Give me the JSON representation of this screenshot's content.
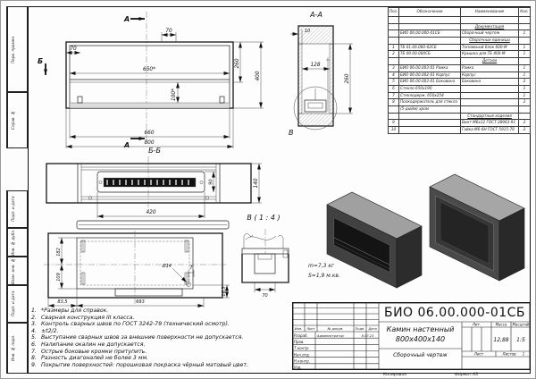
{
  "sheet": {
    "copied_label": "Копировал",
    "format_label": "Формат А3"
  },
  "margin_labels": [
    "Перв. примен.",
    "Справ. №",
    "Подп. и дата",
    "Инв. № дубл.",
    "Взам. инв. №",
    "Подп. и дата",
    "Инв. № подл."
  ],
  "front_view": {
    "section_a": "А",
    "section_b": "Б",
    "dim_70_top": "70",
    "dim_70_left": "70",
    "dim_650": "650*",
    "dim_100": "100*",
    "dim_260": "260",
    "dim_400": "400",
    "dim_660": "660",
    "dim_800": "800"
  },
  "section_aa": {
    "label": "А-А",
    "dim_10": "10",
    "dim_128": "128",
    "dim_260": "260",
    "detail_letter": "В"
  },
  "section_bb": {
    "label": "Б-Б",
    "dim_420": "420",
    "dim_90": "90",
    "dim_140": "140"
  },
  "rear_view": {
    "dim_182": "182",
    "dim_109": "109",
    "dim_d14": "Ø14",
    "dim_7": "7",
    "dim_165": "16,5",
    "dim_835": "83,5",
    "dim_693": "693"
  },
  "detail_v": {
    "label": "В ( 1 : 4 )",
    "dim_70": "70"
  },
  "iso": {
    "mass_note": "m=7,3 кг",
    "area_note": "S=1,9 м.кв."
  },
  "spec_table": {
    "headers": [
      "Поз.",
      "Обозначение",
      "Наименование",
      "Кол."
    ],
    "rows": [
      {
        "pos": "",
        "designation": "",
        "name": "",
        "qty": ""
      },
      {
        "pos": "",
        "designation": "",
        "name": "Документация",
        "qty": "",
        "section": true
      },
      {
        "pos": "",
        "designation": "БИО 06.00.000-01СБ",
        "name": "Сборочный чертеж",
        "qty": "1"
      },
      {
        "pos": "",
        "designation": "",
        "name": "Сборочные единицы",
        "qty": "",
        "section": true
      },
      {
        "pos": "1",
        "designation": "ТБ 01.06.060-02СБ",
        "name": "Топливный блок 600-М",
        "qty": "1"
      },
      {
        "pos": "2",
        "designation": "ТБ 00.00.000СБ",
        "name": "Крышка для ТБ 400-М",
        "qty": "1"
      },
      {
        "pos": "",
        "designation": "",
        "name": "Детали",
        "qty": "",
        "section": true
      },
      {
        "pos": "3",
        "designation": "БИО 06.00.003-01 Рамка",
        "name": "Рамка",
        "qty": "1"
      },
      {
        "pos": "4",
        "designation": "БИО 06.00.002-01 Корпус",
        "name": "Корпус",
        "qty": "1"
      },
      {
        "pos": "5",
        "designation": "БИО 06.00.003-01 Боковина",
        "name": "Боковина",
        "qty": "2"
      },
      {
        "pos": "6",
        "designation": "Стекло 650х190",
        "name": "",
        "qty": "1"
      },
      {
        "pos": "7",
        "designation": "Стеклодерж. 650х254",
        "name": "",
        "qty": "1"
      },
      {
        "pos": "8",
        "designation": "Полкодержатель для стекла",
        "name": "",
        "qty": "2"
      },
      {
        "pos": "",
        "designation": "(5-дюйм) хром",
        "name": "",
        "qty": ""
      },
      {
        "pos": "",
        "designation": "",
        "name": "Стандартные изделия",
        "qty": "",
        "section": true
      },
      {
        "pos": "9",
        "designation": "",
        "name": "Винт М6х12 ГОСТ 28963-91",
        "qty": "2"
      },
      {
        "pos": "10",
        "designation": "",
        "name": "Гайка М6-6Н ГОСТ 5915-70",
        "qty": "2"
      }
    ]
  },
  "notes": [
    "*Размеры для справок.",
    "Сварная конструкция III класса.",
    "Контроль сварных швов по ГОСТ 3242-79 (технический осмотр).",
    "±t2/2.",
    "Выступание сварных швов за внешние поверхности не допускается.",
    "Налипание окалин не допускается.",
    "Острые боковые кромки притупить.",
    "Разность диагоналей не более 3 мм.",
    "Покрытие поверхностей: порошковая покраска чёрный матовый цвет."
  ],
  "title_block": {
    "designation": "БИО 06.00.000-01СБ",
    "name_line1": "Камин настенный",
    "name_line2": "800x400x140",
    "doc_type": "Сборочный чертеж",
    "header_cols": [
      "Изм.",
      "Лист",
      "№ докум.",
      "Подп.",
      "Дата"
    ],
    "rows": [
      [
        "Разраб.",
        "Администратор",
        "",
        "8.07.23"
      ],
      [
        "Пров.",
        "",
        "",
        ""
      ],
      [
        "Т.контр.",
        "",
        "",
        ""
      ],
      [
        "Нач.отд.",
        "",
        "",
        ""
      ],
      [
        "Н.контр.",
        "",
        "",
        ""
      ],
      [
        "Утв.",
        "",
        "",
        ""
      ]
    ],
    "lit_label": "Лит.",
    "mass_label": "Масса",
    "scale_label": "Масштаб",
    "mass": "12,88",
    "scale": "1:5",
    "sheet_label": "Лист",
    "sheets_label": "Листов",
    "sheets_value": "1"
  }
}
